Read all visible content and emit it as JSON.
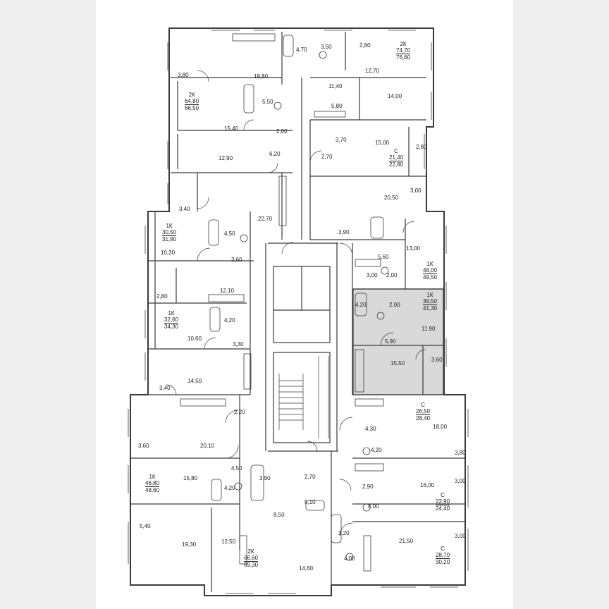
{
  "colors": {
    "wall": "#3a3a3a",
    "highlight": "#d9d9d9",
    "background": "#ffffff",
    "page": "#eeeeee"
  },
  "apartments": [
    {
      "type": "2К",
      "area_a": "74,70",
      "area_b": "76,60"
    },
    {
      "type": "2К",
      "area_a": "64,80",
      "area_b": "66,50"
    },
    {
      "type": "С",
      "area_a": "21,40",
      "area_b": "22,80"
    },
    {
      "type": "1К",
      "area_a": "30,50",
      "area_b": "31,90"
    },
    {
      "type": "1К",
      "area_a": "48,00",
      "area_b": "49,50"
    },
    {
      "type": "1К",
      "area_a": "39,50",
      "area_b": "41,30"
    },
    {
      "type": "1К",
      "area_a": "32,60",
      "area_b": "34,30"
    },
    {
      "type": "С",
      "area_a": "26,50",
      "area_b": "28,40"
    },
    {
      "type": "1К",
      "area_a": "46,80",
      "area_b": "48,60"
    },
    {
      "type": "С",
      "area_a": "22,90",
      "area_b": "24,40"
    },
    {
      "type": "2К",
      "area_a": "66,60",
      "area_b": "69,30"
    },
    {
      "type": "С",
      "area_a": "28,70",
      "area_b": "30,20"
    }
  ],
  "room_areas": [
    "4,70",
    "3,50",
    "2,80",
    "3,80",
    "19,80",
    "12,70",
    "11,40",
    "14,00",
    "5,50",
    "5,80",
    "15,40",
    "2,00",
    "3,70",
    "15,00",
    "2,80",
    "12,90",
    "6,20",
    "2,70",
    "20,50",
    "3,00",
    "3,40",
    "22,70",
    "4,50",
    "3,90",
    "10,30",
    "13,00",
    "5,60",
    "3,60",
    "3,00",
    "2,00",
    "12,10",
    "2,80",
    "4,20",
    "2,00",
    "4,20",
    "11,90",
    "10,60",
    "3,30",
    "5,90",
    "14,50",
    "15,50",
    "3,60",
    "3,40",
    "2,20",
    "4,30",
    "18,00",
    "3,60",
    "20,10",
    "4,20",
    "3,80",
    "4,50",
    "15,80",
    "3,90",
    "2,70",
    "2,90",
    "16,00",
    "3,00",
    "4,20",
    "4,00",
    "5,10",
    "8,50",
    "3,20",
    "5,40",
    "19,30",
    "12,50",
    "21,50",
    "3,00",
    "4,00",
    "14,60"
  ]
}
